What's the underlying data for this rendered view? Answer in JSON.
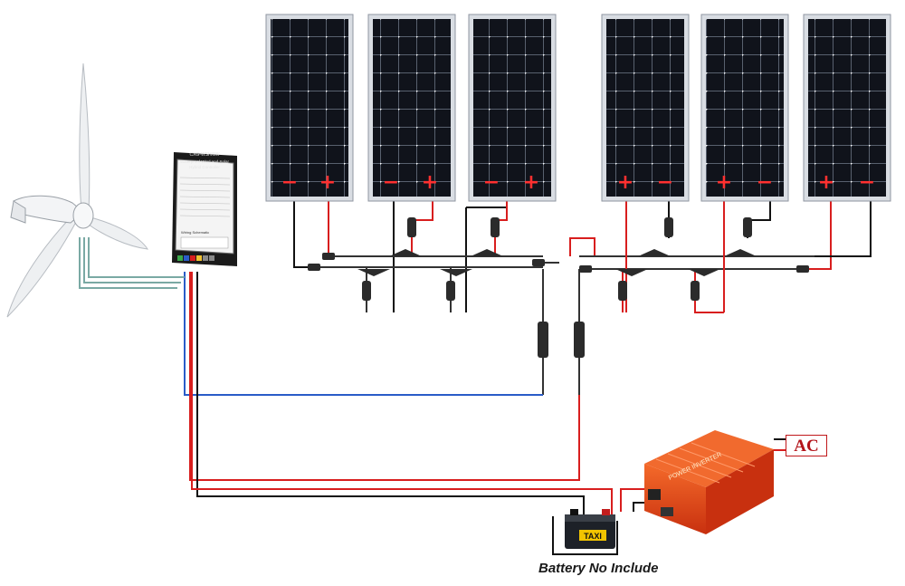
{
  "diagram": {
    "panel_polarity": {
      "positive": "+",
      "negative": "−"
    },
    "controller": {
      "title_line1": "CXG-WSH/1W",
      "title_line2": "Waterproof Wind and Solar",
      "title_line3": "Hybrid Controller",
      "wiring_title": "Wiring Schematic"
    },
    "inverter_label": "POWER INVERTER",
    "battery_label": "TAXI",
    "ac_label": "AC",
    "caption": "Battery No Include"
  },
  "colors": {
    "positive_wire": "#d81e1e",
    "negative_wire": "#111111",
    "panel_cell": "#10131b",
    "inverter": "#e8431a",
    "controller": "#1a1a1a"
  }
}
